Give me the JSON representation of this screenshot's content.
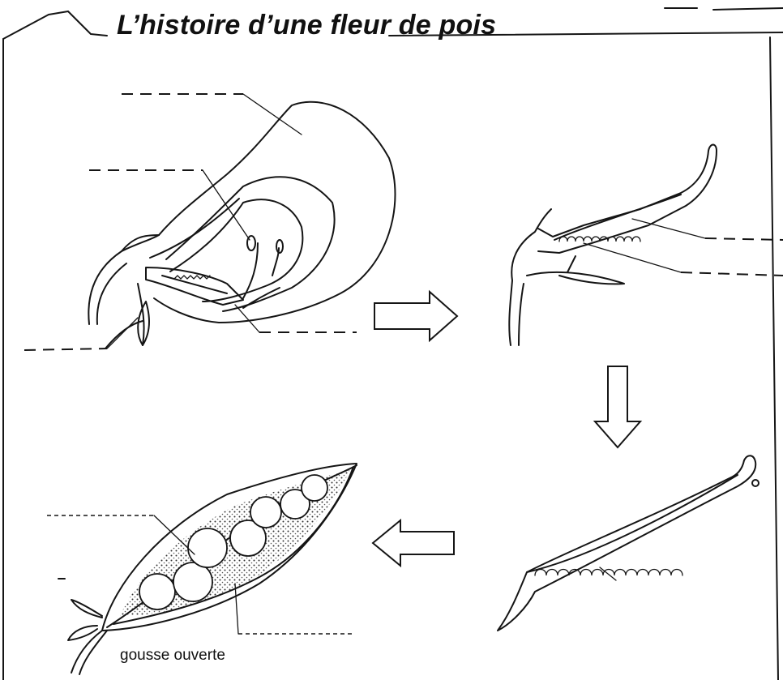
{
  "title": "L’histoire d’une fleur de pois",
  "caption": "gousse ouverte",
  "stages": [
    {
      "id": "flower",
      "description_label": ""
    },
    {
      "id": "young-pod",
      "description_label": ""
    },
    {
      "id": "pod",
      "description_label": ""
    },
    {
      "id": "open-pod",
      "description_label": ""
    }
  ],
  "arrows": [
    "right",
    "down",
    "left"
  ],
  "blank_label_lines": 8,
  "colors": {
    "ink": "#151515",
    "paper": "#ffffff"
  }
}
